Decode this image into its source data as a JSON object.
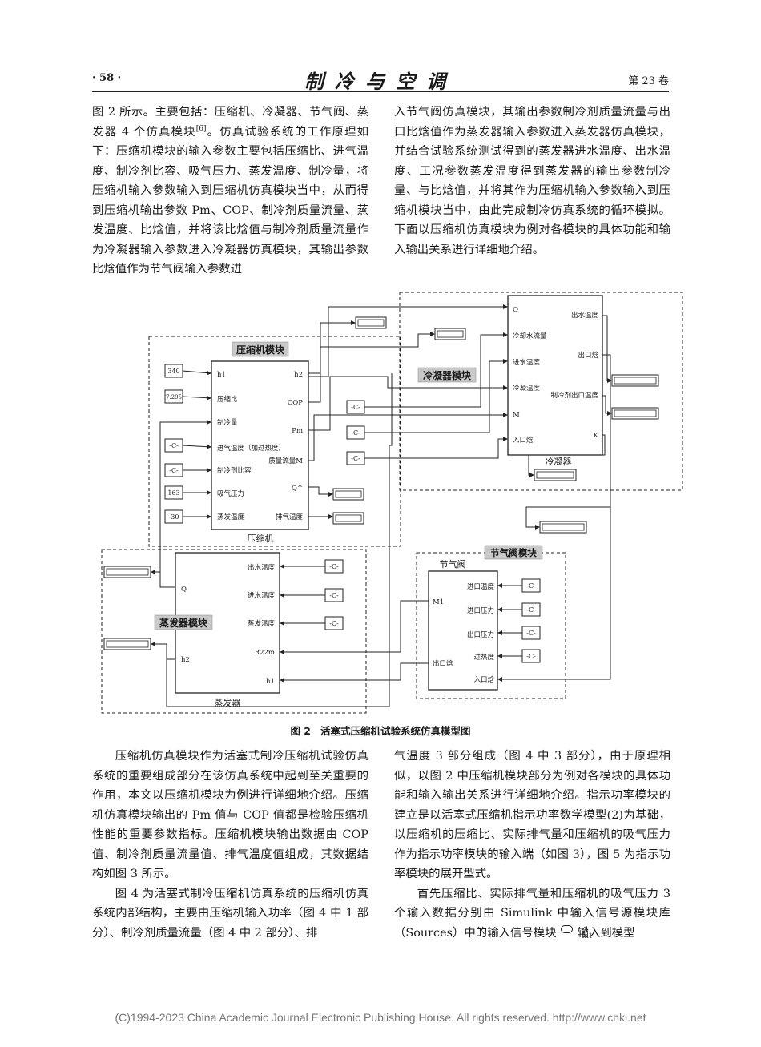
{
  "header": {
    "page_number": "· 58 ·",
    "journal_title": "制冷与空调",
    "volume": "第 23 卷"
  },
  "top_left_text": "图 2 所示。主要包括：压缩机、冷凝器、节气阀、蒸发器 4 个仿真模块",
  "top_left_cite": "[6]",
  "top_left_text_cont": "。仿真试验系统的工作原理如下：压缩机模块的输入参数主要包括压缩比、进气温度、制冷剂比容、吸气压力、蒸发温度、制冷量，将压缩机输入参数输入到压缩机仿真模块当中，从而得到压缩机输出参数 Pm、COP、制冷剂质量流量、蒸发温度、比焓值，并将该比焓值与制冷剂质量流量作为冷凝器输入参数进入冷凝器仿真模块，其输出参数比焓值作为节气阀输入参数进",
  "top_right_text": "入节气阀仿真模块，其输出参数制冷剂质量流量与出口比焓值作为蒸发器输入参数进入蒸发器仿真模块，并结合试验系统测试得到的蒸发器进水温度、出水温度、工况参数蒸发温度得到蒸发器的输出参数制冷量、与比焓值，并将其作为压缩机输入参数输入到压缩机模块当中，由此完成制冷仿真系统的循环模拟。下面以压缩机仿真模块为例对各模块的具体功能和输入输出关系进行详细地介绍。",
  "figure": {
    "caption_label": "图 2",
    "caption_text": "活塞式压缩机试验系统仿真模型图",
    "compressor": {
      "module_label": "压缩机模块",
      "block_name": "压缩机",
      "inputs": [
        "h1",
        "压缩比",
        "制冷量",
        "进气温度（加过热度）",
        "制冷剂比容",
        "吸气压力",
        "蒸发温度"
      ],
      "outputs": [
        "h2",
        "COP",
        "Pm",
        "质量流量M",
        "Q^",
        "排气温度"
      ],
      "constants": [
        "340",
        "7.295",
        "-C-",
        "-C-",
        "163",
        "-30"
      ]
    },
    "condenser": {
      "module_label": "冷凝器模块",
      "block_name": "冷凝器",
      "inputs": [
        "Q",
        "冷却水流量",
        "进水温度",
        "冷凝温度",
        "M",
        "入口焓"
      ],
      "outputs": [
        "出水温度",
        "出口焓",
        "制冷剂出口温度",
        "K"
      ],
      "constants": [
        "-C-",
        "-C-",
        "-C-"
      ]
    },
    "throttle": {
      "module_label": "节气阀模块",
      "block_name": "节气阀",
      "inputs": [
        "进口温度",
        "进口压力",
        "出口压力",
        "过热度",
        "入口焓"
      ],
      "outputs": [
        "M1",
        "出口焓"
      ],
      "constants": [
        "-C-",
        "-C-",
        "-C-",
        "-C-"
      ]
    },
    "evaporator": {
      "module_label": "蒸发器模块",
      "block_name": "蒸发器",
      "inputs": [
        "出水温度",
        "进水温度",
        "蒸发温度",
        "R22m",
        "h1"
      ],
      "outputs": [
        "Q",
        "h2"
      ],
      "constants": [
        "-C-",
        "-C-",
        "-C-"
      ]
    }
  },
  "bottom_left_p1": "压缩机仿真模块作为活塞式制冷压缩机试验仿真系统的重要组成部分在该仿真系统中起到至关重要的作用，本文以压缩机模块为例进行详细地介绍。压缩机仿真模块输出的 Pm 值与 COP 值都是检验压缩机性能的重要参数指标。压缩机模块输出数据由 COP 值、制冷剂质量流量值、排气温度值组成，其数据结构如图 3 所示。",
  "bottom_left_p2": "图 4 为活塞式制冷压缩机仿真系统的压缩机仿真系统内部结构，主要由压缩机输入功率（图 4 中 1 部分）、制冷剂质量流量（图 4 中 2 部分）、排",
  "bottom_right_p1": "气温度 3 部分组成（图 4 中 3 部分），由于原理相似，以图 2 中压缩机模块部分为例对各模块的具体功能和输入输出关系进行详细地介绍。指示功率模块的建立是以活塞式压缩机指示功率数学模型(2)为基础，以压缩机的压缩比、实际排气量和压缩机的吸气压力作为指示功率模块的输入端（如图 3），图 5 为指示功率模块的展开型式。",
  "bottom_right_p2a": "首先压缩比、实际排气量和压缩机的吸气压力 3 个输入数据分别由 Simulink 中输入信号源模块库（Sources）中的输入信号模块",
  "inport_icon_num": "4",
  "inport_icon_name": "In1",
  "bottom_right_p2b": "输入到模型",
  "footer": "(C)1994-2023 China Academic Journal Electronic Publishing House. All rights reserved.    http://www.cnki.net"
}
